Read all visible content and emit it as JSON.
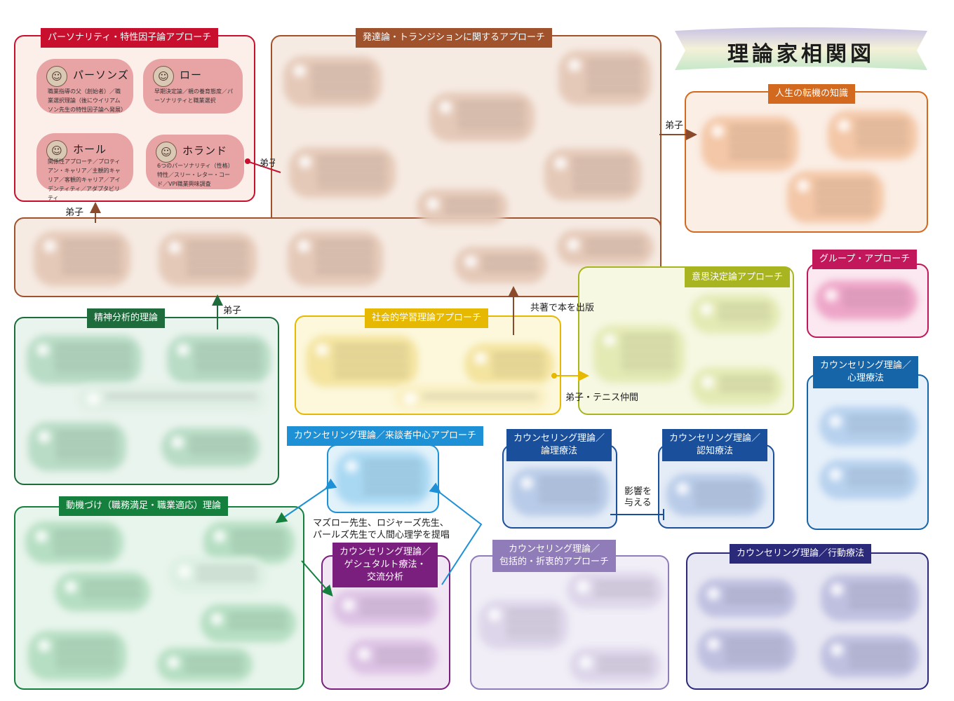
{
  "banner": {
    "title": "理論家相関図"
  },
  "panels": {
    "personality": "パーソナリティ・特性因子論アプローチ",
    "development": "発達論・トランジションに関するアプローチ",
    "life_turning": "人生の転機の知識",
    "psychoanalysis": "精神分析的理論",
    "social_learning": "社会的学習理論アプローチ",
    "decision": "意思決定論アプローチ",
    "group": "グループ・アプローチ",
    "psychotherapy_l1": "カウンセリング理論／",
    "psychotherapy_l2": "心理療法",
    "client_centered": "カウンセリング理論／来談者中心アプローチ",
    "rational_l1": "カウンセリング理論／",
    "rational_l2": "論理療法",
    "cognitive_l1": "カウンセリング理論／",
    "cognitive_l2": "認知療法",
    "motivation": "動機づけ（職務満足・職業適応）理論",
    "gestalt_l1": "カウンセリング理論／",
    "gestalt_l2": "ゲシュタルト療法・",
    "gestalt_l3": "交流分析",
    "eclectic_l1": "カウンセリング理論／",
    "eclectic_l2": "包括的・折衷的アプローチ",
    "behavior": "カウンセリング理論／行動療法"
  },
  "theorists": [
    {
      "name": "パーソンズ",
      "desc": "職業指導の父（創始者）／職業選択理論（後にウイリアムソン先生の特性因子論へ発展）"
    },
    {
      "name": "ロー",
      "desc": "早期決定論／親の養育態度／パーソナリティと職業選択"
    },
    {
      "name": "ホール",
      "desc": "関係性アプローチ／プロティアン・キャリア／主観的キャリア／客観的キャリア／アイデンティティ／アダプタビリティ"
    },
    {
      "name": "ホランド",
      "desc": "6つのパーソナリティ（性格）特性／スリー・レター・コード／VPI職業興味調査"
    }
  ],
  "relations": {
    "deshi_1": "弟子",
    "deshi_2": "弟子",
    "deshi_3": "弟子",
    "deshi_4": "弟子",
    "coauthor": "共著で本を出版",
    "tennis": "弟子・テニス仲間",
    "influence_l1": "影響を",
    "influence_l2": "与える",
    "maslow_l1": "マズロー先生、ロジャーズ先生、",
    "maslow_l2": "パールズ先生で人間心理学を提唱"
  },
  "colors": {
    "personality": "#c8102e",
    "development": "#a0522d",
    "life_turning": "#d2691e",
    "psychoanalysis": "#1e6b3c",
    "social_learning": "#e6b800",
    "decision": "#a8b520",
    "group": "#c2185b",
    "psychotherapy": "#1565a8",
    "client_centered": "#1e90d6",
    "rational": "#1a4f9c",
    "cognitive": "#1a4f9c",
    "motivation": "#15803d",
    "gestalt": "#7b1f7e",
    "eclectic": "#8f7cb8",
    "behavior": "#2b2a7a"
  }
}
